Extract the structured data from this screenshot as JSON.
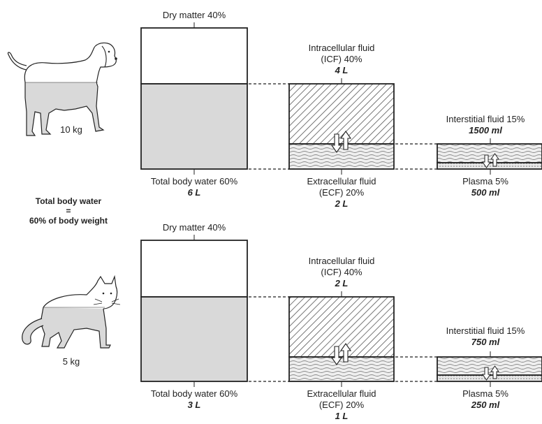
{
  "summary": {
    "line1": "Total body water",
    "line2": "=",
    "line3": "60% of body weight"
  },
  "panels": [
    {
      "animal": "dog",
      "weight": "10 kg",
      "dry_matter": "Dry matter 40%",
      "tbw_label": "Total body water 60%",
      "tbw_value": "6 L",
      "icf_line1": "Intracellular fluid",
      "icf_line2": "(ICF) 40%",
      "icf_value": "4 L",
      "ecf_line1": "Extracellular fluid",
      "ecf_line2": "(ECF) 20%",
      "ecf_value": "2 L",
      "isf_label": "Interstitial fluid 15%",
      "isf_value": "1500 ml",
      "plasma_label": "Plasma 5%",
      "plasma_value": "500 ml"
    },
    {
      "animal": "cat",
      "weight": "5 kg",
      "dry_matter": "Dry matter 40%",
      "tbw_label": "Total body water 60%",
      "tbw_value": "3 L",
      "icf_line1": "Intracellular fluid",
      "icf_line2": "(ICF) 40%",
      "icf_value": "2 L",
      "ecf_line1": "Extracellular fluid",
      "ecf_line2": "(ECF) 20%",
      "ecf_value": "1 L",
      "isf_label": "Interstitial fluid 15%",
      "isf_value": "750 ml",
      "plasma_label": "Plasma 5%",
      "plasma_value": "250 ml"
    }
  ],
  "colors": {
    "water_fill": "#d9d9d9",
    "outline": "#222222",
    "hatch": "#555555"
  }
}
